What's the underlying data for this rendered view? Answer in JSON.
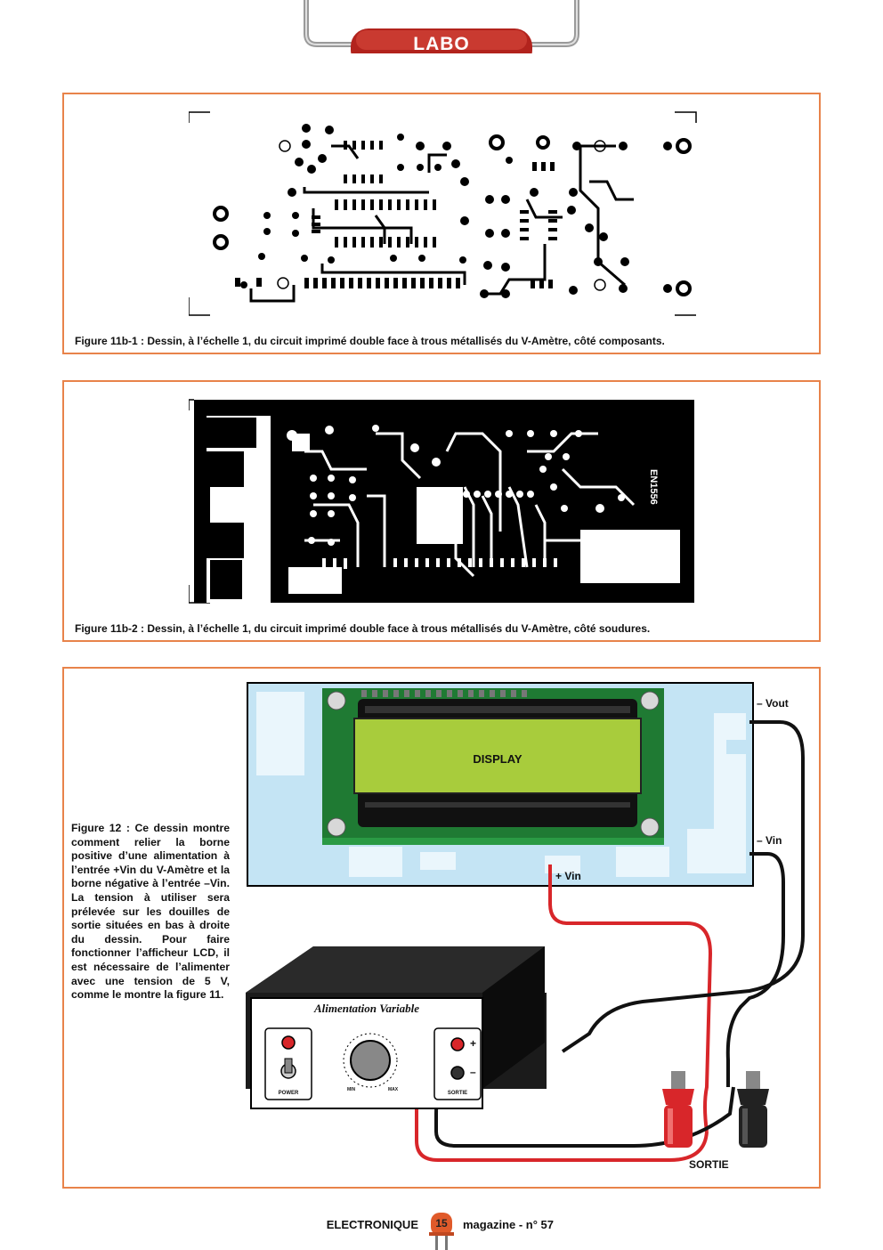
{
  "header": {
    "section_label": "LABO"
  },
  "figure_11b1": {
    "caption": "Figure 11b-1 : Dessin, à l’échelle 1, du circuit imprimé double face à trous métallisés du V-Amètre, côté composants."
  },
  "figure_11b2": {
    "caption": "Figure 11b-2 : Dessin, à l’échelle 1, du circuit imprimé double face à trous métallisés du V-Amètre, côté soudures.",
    "board_code": "EN1556"
  },
  "figure_12": {
    "caption": "Figure 12 : Ce dessin montre comment relier la borne positive d’une alimentation à l’entrée +Vin du V-Amètre et la borne négative à l’entrée –Vin. La tension à utiliser sera prélevée sur les douilles de sortie situées en bas à droite du dessin. Pour faire fonctionner l’afficheur LCD, il est nécessaire de l’alimenter avec une tension de 5 V, comme le montre la figure 11.",
    "display_label": "DISPLAY",
    "label_vout_minus": "– Vout",
    "label_vin_minus": "– Vin",
    "label_vin_plus": "+ Vin",
    "psu_title": "Alimentation Variable",
    "psu_power": "POWER",
    "psu_min": "MIN",
    "psu_max": "MAX",
    "psu_sortie": "SORTIE",
    "psu_plus": "+",
    "psu_minus": "–",
    "output_label": "SORTIE"
  },
  "footer": {
    "left": "ELECTRONIQUE",
    "issue": "15",
    "right": "magazine - n° 57"
  },
  "colors": {
    "frame": "#e8834a",
    "tab_red": "#c8302a",
    "lcd_green": "#a8cc3c",
    "pcb_green": "#1f7a33",
    "board_blue": "#bde0f0"
  }
}
